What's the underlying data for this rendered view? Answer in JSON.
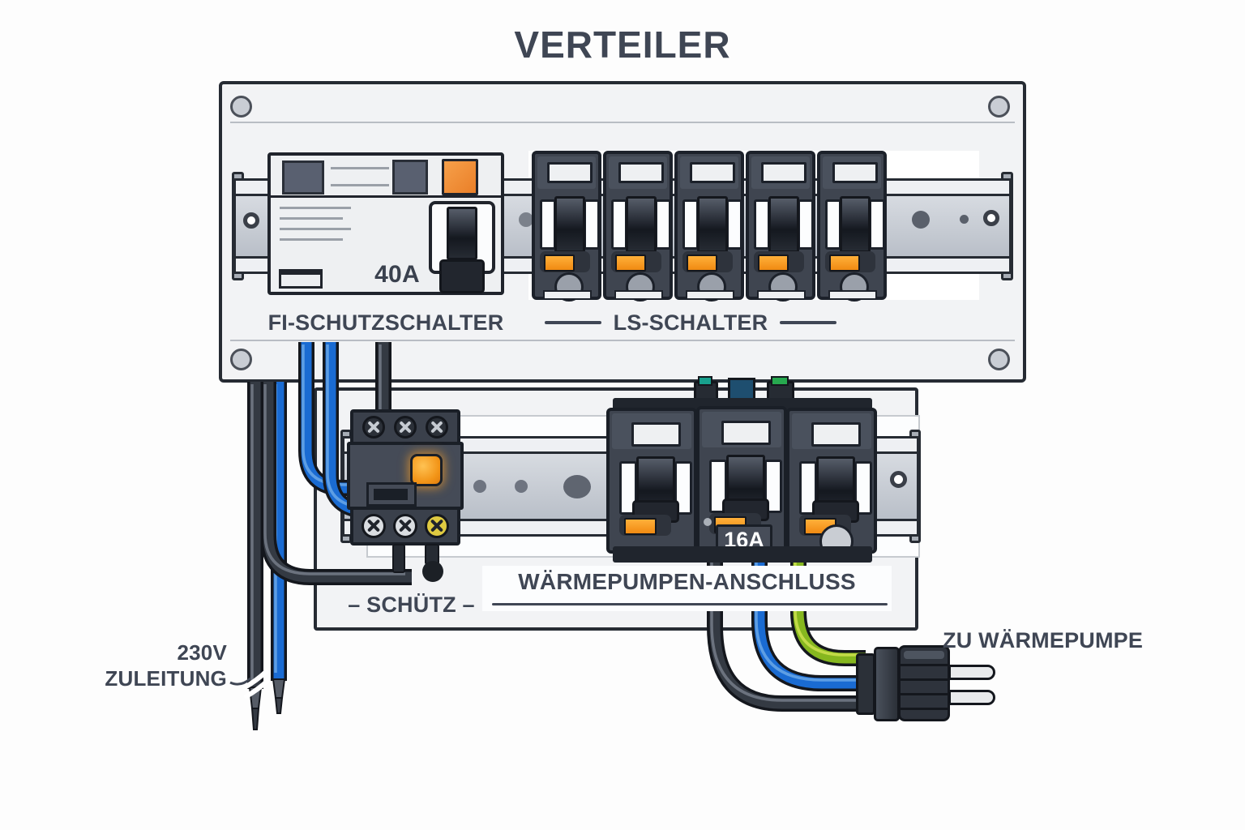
{
  "title": "VERTEILER",
  "upper_panel": {
    "fi_switch": {
      "label": "FI-SCHUTZSCHALTER",
      "rating": "40A"
    },
    "ls_breakers": {
      "label": "LS-SCHALTER",
      "count": 5
    }
  },
  "lower_panel": {
    "contactor": {
      "label": "– SCHÜTZ –"
    },
    "heat_pump_connection": {
      "label": "WÄRMEPUMPEN-ANSCHLUSS",
      "rating": "16A",
      "module_count": 3
    }
  },
  "annotations": {
    "supply_line1": "230V",
    "supply_line2": "ZULEITUNG",
    "to_heat_pump": "ZU WÄRMEPUMPE"
  },
  "colors": {
    "text": "#3f4654",
    "panel": "#f2f3f5",
    "outline": "#262b33",
    "device_body": "#3f4550",
    "indicator_orange": "#f08a12",
    "rail": "#c6cbd2",
    "wire_black": "#343a43",
    "wire_blue": "#1a6bd2",
    "wire_green_yellow": "#8fbf26",
    "terminal_yellow": "#dfca41",
    "cap_teal": "#18a08d",
    "cap_green": "#27a94f"
  }
}
